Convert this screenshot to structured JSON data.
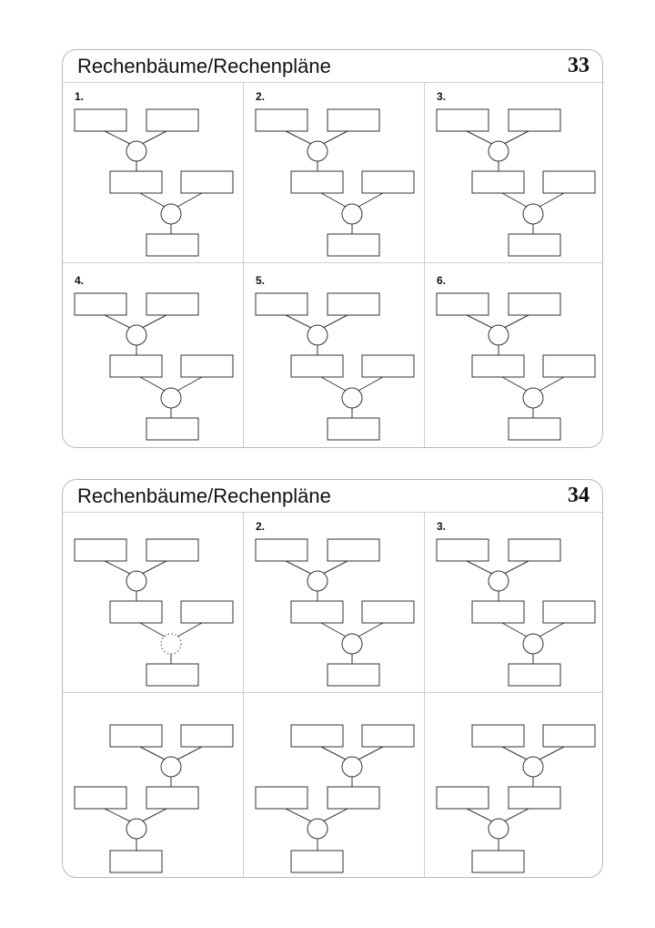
{
  "cards": [
    {
      "title": "Rechenbäume/Rechenpläne",
      "number": "33",
      "exercises": [
        {
          "label": "1."
        },
        {
          "label": "2."
        },
        {
          "label": "3."
        },
        {
          "label": "4."
        },
        {
          "label": "5."
        },
        {
          "label": "6."
        }
      ]
    },
    {
      "title": "Rechenbäume/Rechenpläne",
      "number": "34",
      "exercises": [
        {
          "label": ""
        },
        {
          "label": "2."
        },
        {
          "label": "3."
        },
        {
          "label": ""
        },
        {
          "label": ""
        },
        {
          "label": ""
        }
      ]
    }
  ],
  "colors": {
    "line": "#333333",
    "border": "#b8b8b8",
    "divider": "#d0d0d0"
  }
}
